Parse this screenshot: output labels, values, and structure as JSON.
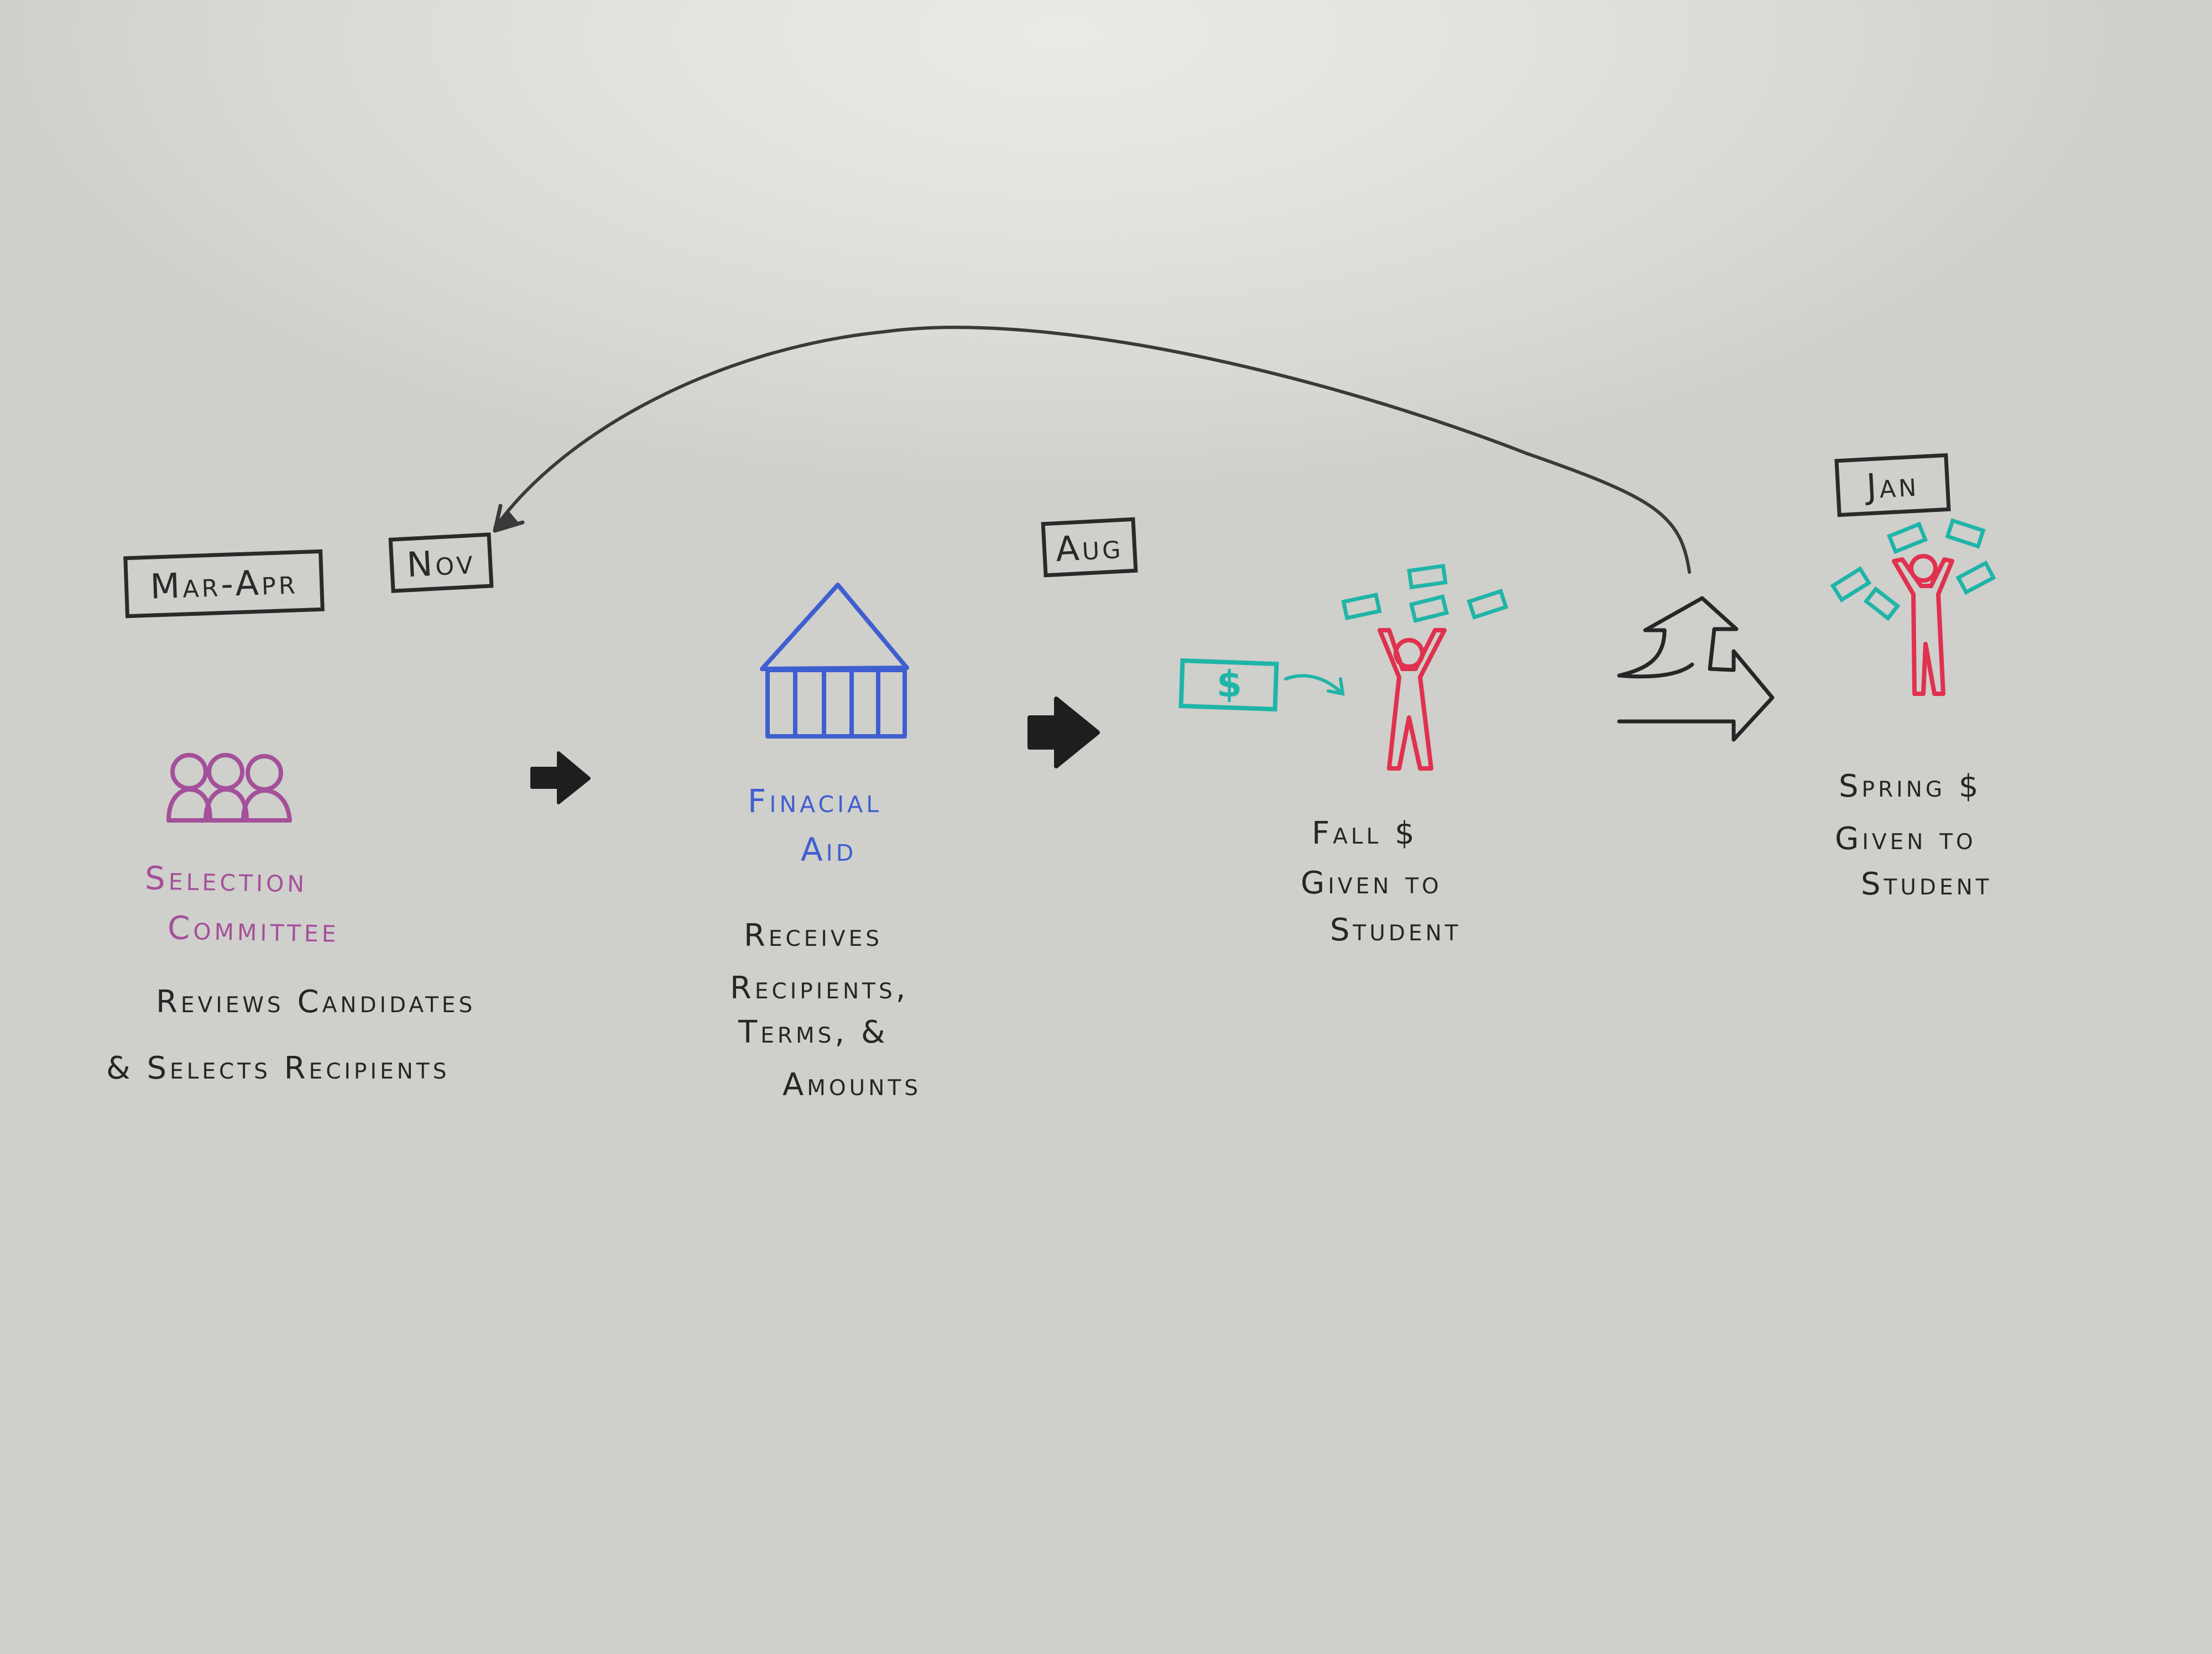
{
  "colors": {
    "marker_black": "#2a2a2a",
    "purple": "#a4509a",
    "blue": "#3f5fd0",
    "teal": "#1fb5a8",
    "red": "#e0314f"
  },
  "dates": {
    "mar_apr": "Mar-Apr",
    "nov": "Nov",
    "aug": "Aug",
    "jan": "Jan"
  },
  "selection": {
    "title_line1": "Selection",
    "title_line2": "Committee",
    "desc_line1": "Reviews Candidates",
    "desc_line2": "& Selects Recipients",
    "icon": "group-icon"
  },
  "financial_aid": {
    "title_line1": "Finacial",
    "title_line2": "Aid",
    "desc_line1": "Receives",
    "desc_line2": "Recipients,",
    "desc_line3": "Terms, &",
    "desc_line4": "Amounts",
    "icon": "bank-building-icon"
  },
  "fall": {
    "line1": "Fall $",
    "line2": "Given to",
    "line3": "Student",
    "bill_symbol": "$",
    "icon": "cheering-person-icon"
  },
  "spring": {
    "line1": "Spring $",
    "line2": "Given to",
    "line3": "Student",
    "icon": "cheering-person-icon"
  }
}
